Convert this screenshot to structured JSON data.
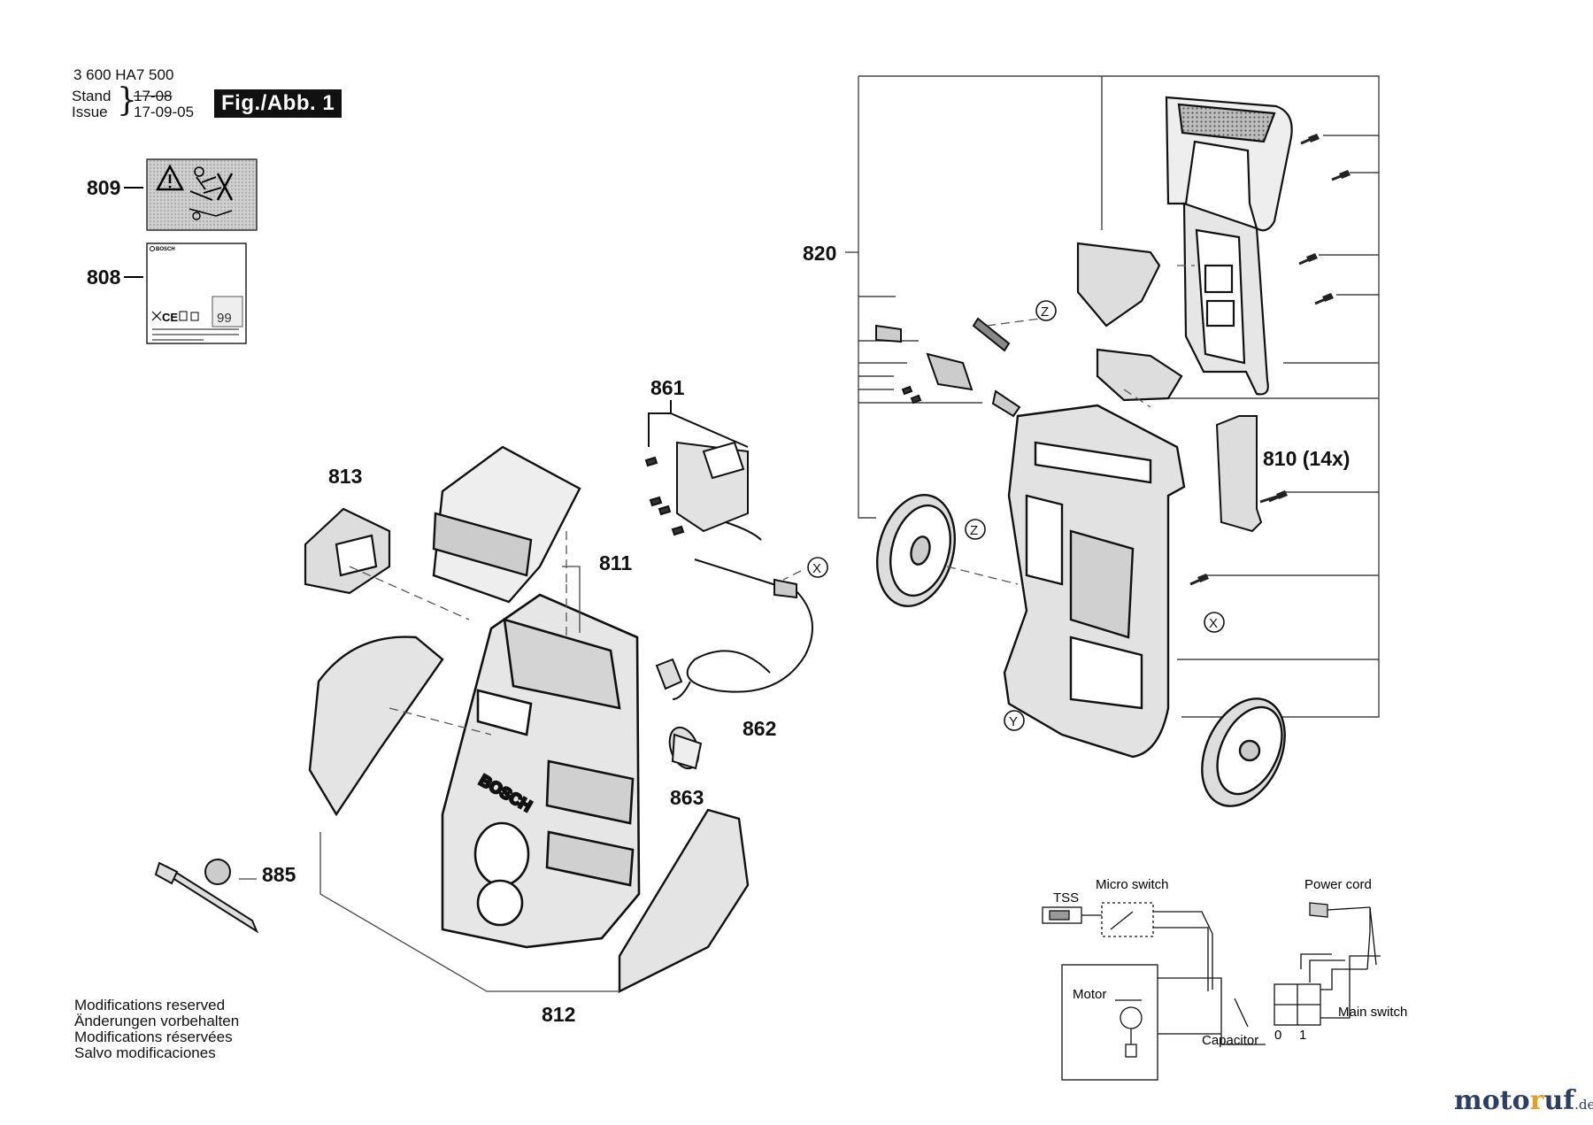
{
  "header": {
    "doc_number": "3 600 HA7 500",
    "stand_label": "Stand",
    "issue_label": "Issue",
    "stand_date_struck": "17-08",
    "issue_date": "17-09-05",
    "figure_label": "Fig./Abb. 1"
  },
  "parts": {
    "p809": "809",
    "p808": "808",
    "p820": "820",
    "p861": "861",
    "p813": "813",
    "p811": "811",
    "p810": "810 (14x)",
    "p862": "862",
    "p863": "863",
    "p885": "885",
    "p812": "812"
  },
  "markers": {
    "x": "X",
    "y": "Y",
    "z": "Z"
  },
  "sticker808": {
    "brand": "BOSCH",
    "ce": "CE",
    "db": "99"
  },
  "housing_logo": "BOSCH",
  "wiring": {
    "tss": "TSS",
    "micro_switch": "Micro switch",
    "power_cord": "Power cord",
    "motor": "Motor",
    "main_switch": "Main switch",
    "capacitor": "Capacitor",
    "pos0": "0",
    "pos1": "1"
  },
  "notes": [
    "Modifications reserved",
    "Änderungen vorbehalten",
    "Modifications réservées",
    "Salvo modificaciones"
  ],
  "watermark": {
    "a": "moto",
    "b": "r",
    "c": "uf",
    "d": ".de"
  }
}
